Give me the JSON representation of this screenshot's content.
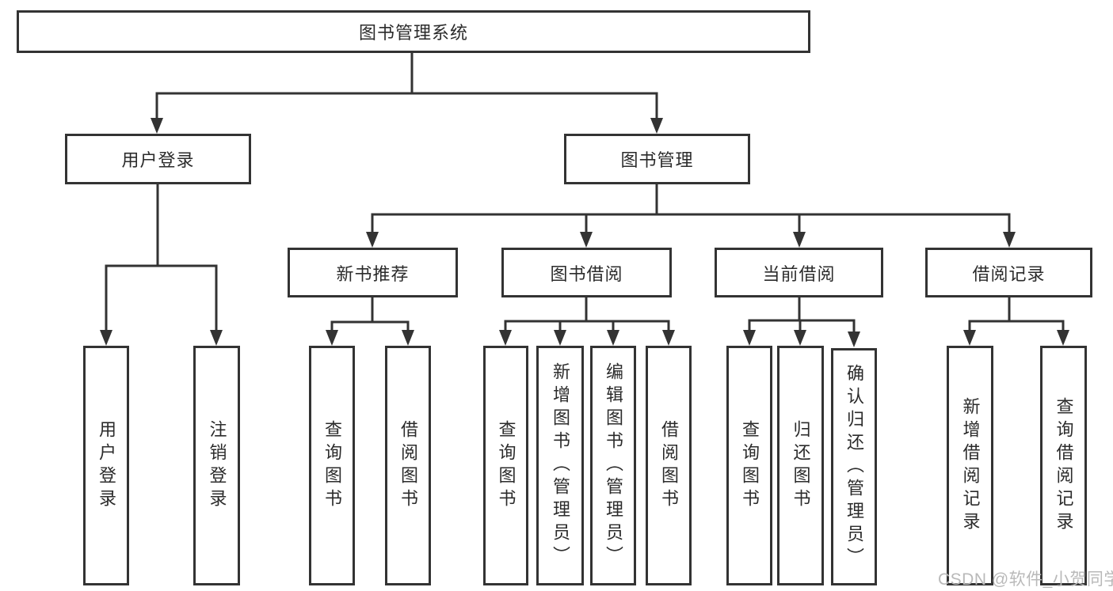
{
  "tree": {
    "label": "图书管理系统",
    "children": [
      {
        "label": "用户登录",
        "children": [
          {
            "label": "用户登录"
          },
          {
            "label": "注销登录"
          }
        ]
      },
      {
        "label": "图书管理",
        "children": [
          {
            "label": "新书推荐",
            "children": [
              {
                "label": "查询图书"
              },
              {
                "label": "借阅图书"
              }
            ]
          },
          {
            "label": "图书借阅",
            "children": [
              {
                "label": "查询图书"
              },
              {
                "label": "新增图书（管理员）"
              },
              {
                "label": "编辑图书（管理员）"
              },
              {
                "label": "借阅图书"
              }
            ]
          },
          {
            "label": "当前借阅",
            "children": [
              {
                "label": "查询图书"
              },
              {
                "label": "归还图书"
              },
              {
                "label": "确认归还（管理员）"
              }
            ]
          },
          {
            "label": "借阅记录",
            "children": [
              {
                "label": "新增借阅记录"
              },
              {
                "label": "查询借阅记录"
              }
            ]
          }
        ]
      }
    ]
  },
  "watermark": {
    "text": "CSDN @软件_小贺同学"
  },
  "colors": {
    "line": "#333333",
    "text": "#2b2b2b",
    "watermark": "#b9b9b9",
    "background": "#ffffff"
  }
}
